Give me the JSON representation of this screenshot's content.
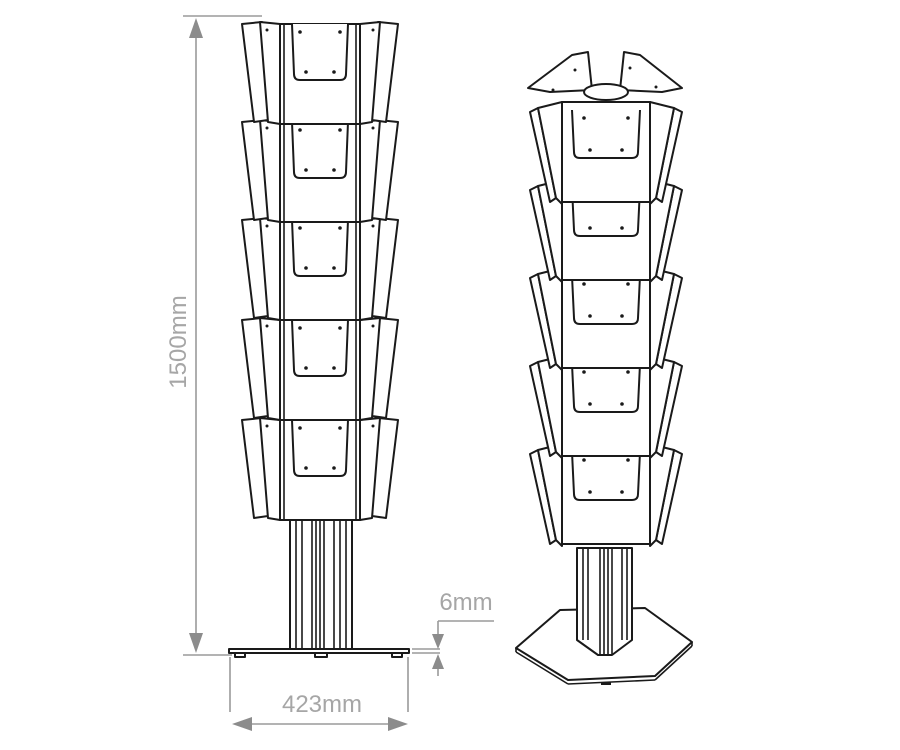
{
  "diagram": {
    "subject": "Rotating brochure display stand, 5 tiers, front and 3/4 views",
    "views": [
      {
        "name": "front-view",
        "tiers": 5
      },
      {
        "name": "perspective-view",
        "tiers": 5
      }
    ],
    "dimensions": {
      "height": "1500mm",
      "base_width": "423mm",
      "base_thickness": "6mm"
    },
    "colors": {
      "line": "#1a1a1a",
      "dimension": "#9a9a9a",
      "dimension_text": "#a6a6a6",
      "background": "#ffffff"
    }
  }
}
